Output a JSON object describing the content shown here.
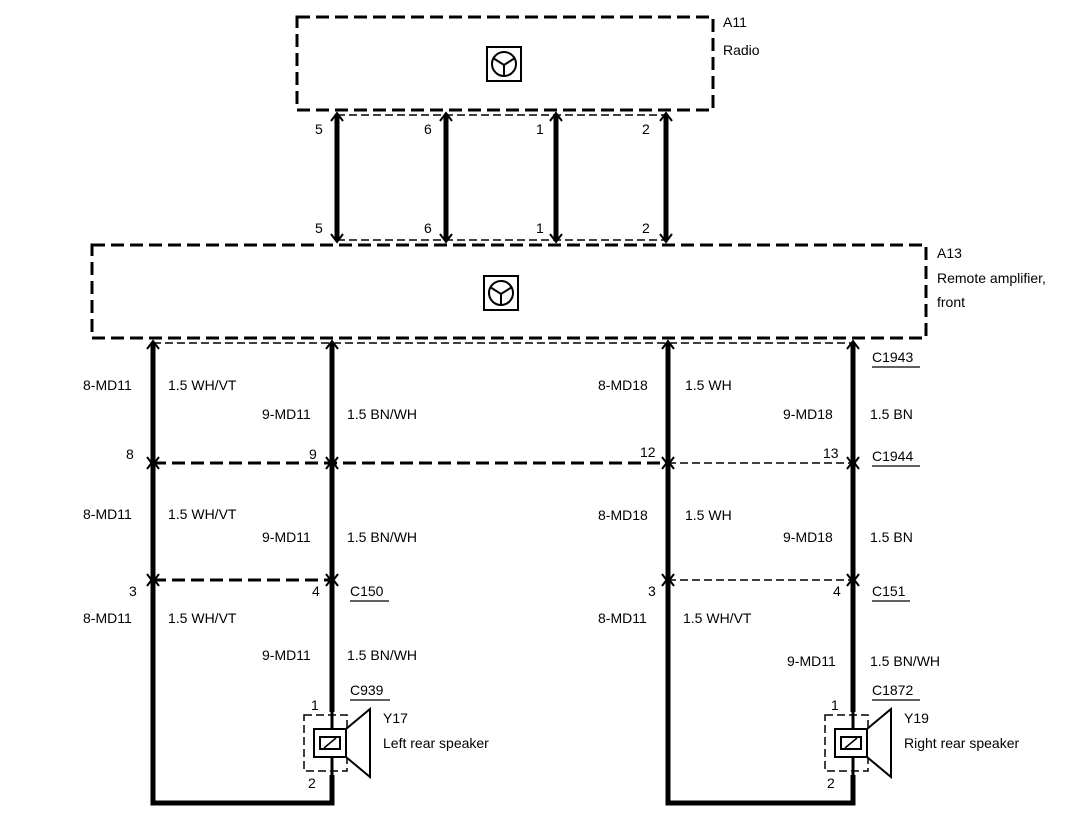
{
  "components": {
    "radio": {
      "id": "A11",
      "name": "Radio"
    },
    "amplifier": {
      "id": "A13",
      "name_line1": "Remote amplifier,",
      "name_line2": "front"
    },
    "left_speaker": {
      "id": "Y17",
      "name": "Left rear speaker"
    },
    "right_speaker": {
      "id": "Y19",
      "name": "Right rear speaker"
    }
  },
  "radio_pins": {
    "top": [
      "5",
      "6",
      "1",
      "2"
    ],
    "bottom": [
      "5",
      "6",
      "1",
      "2"
    ]
  },
  "connectors": {
    "c1943": "C1943",
    "c1944": "C1944",
    "c150": "C150",
    "c151": "C151",
    "c939": "C939",
    "c1872": "C1872"
  },
  "pins": {
    "c1944_8": "8",
    "c1944_9": "9",
    "c1944_12": "12",
    "c1944_13": "13",
    "c150_3": "3",
    "c150_4": "4",
    "c151_3": "3",
    "c151_4": "4",
    "c939_1": "1",
    "c939_2": "2",
    "c1872_1": "1",
    "c1872_2": "2"
  },
  "wires": {
    "seg1": {
      "l_a_circuit": "8-MD11",
      "l_a_color": "1.5 WH/VT",
      "l_b_circuit": "9-MD11",
      "l_b_color": "1.5 BN/WH",
      "r_a_circuit": "8-MD18",
      "r_a_color": "1.5 WH",
      "r_b_circuit": "9-MD18",
      "r_b_color": "1.5 BN"
    },
    "seg2": {
      "l_a_circuit": "8-MD11",
      "l_a_color": "1.5 WH/VT",
      "l_b_circuit": "9-MD11",
      "l_b_color": "1.5 BN/WH",
      "r_a_circuit": "8-MD18",
      "r_a_color": "1.5 WH",
      "r_b_circuit": "9-MD18",
      "r_b_color": "1.5 BN"
    },
    "seg3": {
      "l_a_circuit": "8-MD11",
      "l_a_color": "1.5 WH/VT",
      "l_b_circuit": "9-MD11",
      "l_b_color": "1.5 BN/WH",
      "r_a_circuit": "8-MD11",
      "r_a_color": "1.5 WH/VT",
      "r_b_circuit": "9-MD11",
      "r_b_color": "1.5 BN/WH"
    }
  }
}
